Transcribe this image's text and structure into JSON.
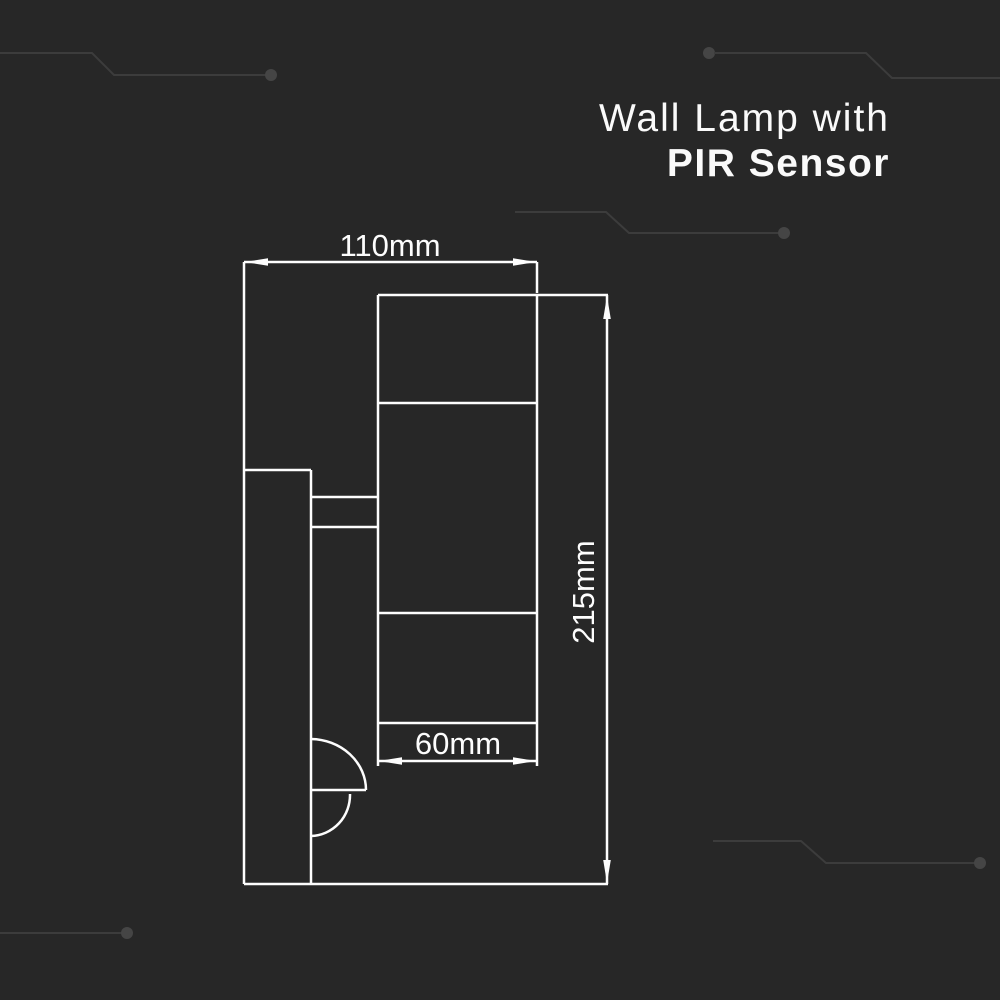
{
  "title": {
    "line1": "Wall Lamp with",
    "line2": "PIR Sensor"
  },
  "drawing": {
    "type": "technical side-view drawing of wall lamp with PIR sensor",
    "dimensions": {
      "width_label": "110mm",
      "height_label": "215mm",
      "diameter_label": "60mm"
    }
  },
  "colors": {
    "background": "#272727",
    "drawing_line": "#fdfdfd",
    "title_text": "#fafafa",
    "decor_line": "#3c3c3c",
    "decor_dot": "#454545"
  }
}
